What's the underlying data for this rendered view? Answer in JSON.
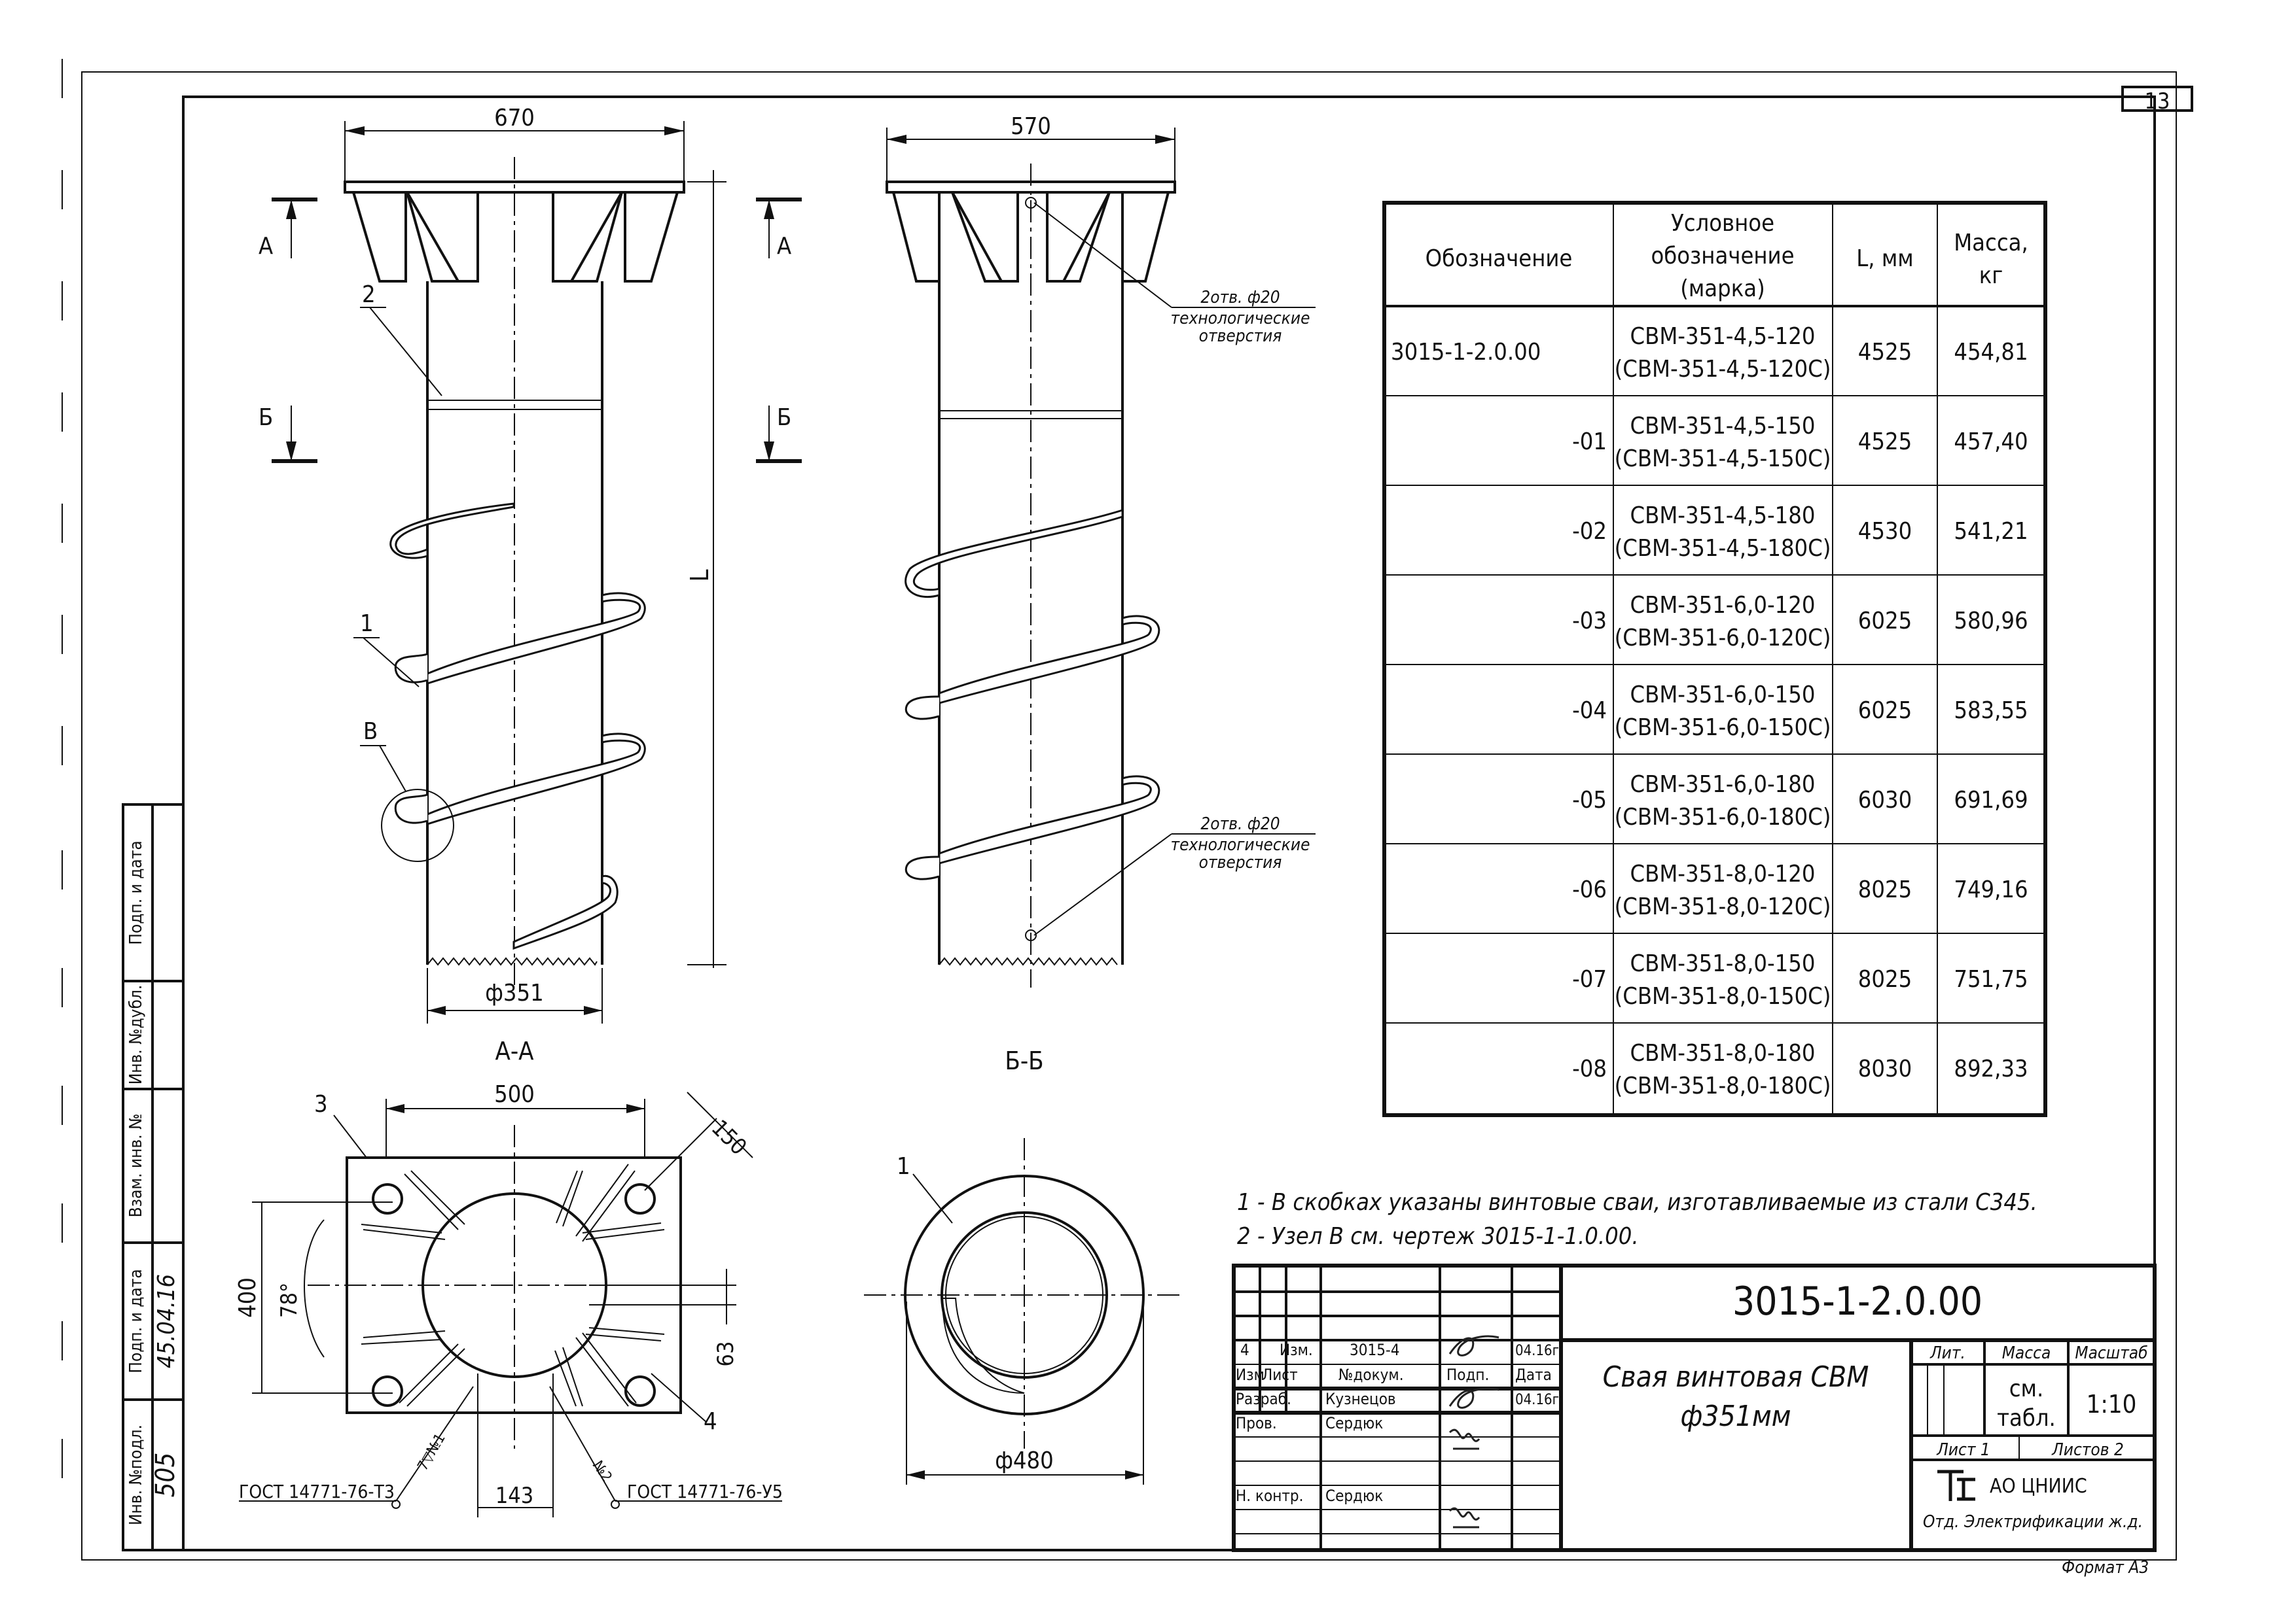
{
  "sheet_number": "13",
  "format": "Формат А3",
  "views": {
    "front_width": "670",
    "side_width": "570",
    "diameter_pipe": "ф351",
    "length_label": "L",
    "section_a": "А",
    "section_b": "Б",
    "section_aa": "А-А",
    "section_bb": "Б-Б",
    "pos1": "1",
    "pos2": "2",
    "pos3": "3",
    "pos4": "4",
    "node_v": "В",
    "holes_note_1": "2отв. ф20",
    "holes_note_2": "технологические",
    "holes_note_3": "отверстия",
    "plate_width": "500",
    "plate_height": "400",
    "dim_150": "150",
    "dim_63": "63",
    "dim_143": "143",
    "angle": "78°",
    "gost_left": "ГОСТ 14771-76-Т3",
    "gost_right": "ГОСТ 14771-76-У5",
    "weld_1": "7▽№1",
    "weld_2": "№2",
    "diameter_outer": "ф480"
  },
  "table": {
    "headers": [
      "Обозначение",
      "Условное обозначение (марка)",
      "L, мм",
      "Масса, кг"
    ],
    "header_mark": [
      "Условное",
      "обозначение",
      "(марка)"
    ],
    "header_mass": [
      "Масса,",
      "кг"
    ],
    "rows": [
      {
        "code": "3015-1-2.0.00",
        "mark": "СВМ-351-4,5-120",
        "mark_c": "(СВМ-351-4,5-120С)",
        "L": "4525",
        "mass": "454,81"
      },
      {
        "code": "-01",
        "mark": "СВМ-351-4,5-150",
        "mark_c": "(СВМ-351-4,5-150С)",
        "L": "4525",
        "mass": "457,40"
      },
      {
        "code": "-02",
        "mark": "СВМ-351-4,5-180",
        "mark_c": "(СВМ-351-4,5-180С)",
        "L": "4530",
        "mass": "541,21"
      },
      {
        "code": "-03",
        "mark": "СВМ-351-6,0-120",
        "mark_c": "(СВМ-351-6,0-120С)",
        "L": "6025",
        "mass": "580,96"
      },
      {
        "code": "-04",
        "mark": "СВМ-351-6,0-150",
        "mark_c": "(СВМ-351-6,0-150С)",
        "L": "6025",
        "mass": "583,55"
      },
      {
        "code": "-05",
        "mark": "СВМ-351-6,0-180",
        "mark_c": "(СВМ-351-6,0-180С)",
        "L": "6030",
        "mass": "691,69"
      },
      {
        "code": "-06",
        "mark": "СВМ-351-8,0-120",
        "mark_c": "(СВМ-351-8,0-120С)",
        "L": "8025",
        "mass": "749,16"
      },
      {
        "code": "-07",
        "mark": "СВМ-351-8,0-150",
        "mark_c": "(СВМ-351-8,0-150С)",
        "L": "8025",
        "mass": "751,75"
      },
      {
        "code": "-08",
        "mark": "СВМ-351-8,0-180",
        "mark_c": "(СВМ-351-8,0-180С)",
        "L": "8030",
        "mass": "892,33"
      }
    ]
  },
  "notes": [
    "1 - В скобках указаны винтовые сваи, изготавливаемые из стали С345.",
    "2 - Узел В см. чертеж 3015-1-1.0.00."
  ],
  "stamp": {
    "doc_code": "3015-1-2.0.00",
    "title_line1": "Свая винтовая СВМ",
    "title_line2": "ф351мм",
    "rev_num": "4",
    "rev_label": "Изм.",
    "rev_doc": "3015-4",
    "rev_date": "04.16г.",
    "col_izm": "Изм",
    "col_list": "Лист",
    "col_doc": "№докум.",
    "col_sign": "Подп.",
    "col_date": "Дата",
    "razrab_label": "Разраб.",
    "razrab_name": "Кузнецов",
    "razrab_date": "04.16г.",
    "prov_label": "Пров.",
    "prov_name": "Сердюк",
    "nkontr_label": "Н. контр.",
    "nkontr_name": "Сердюк",
    "lit_label": "Лит.",
    "mass_label": "Масса",
    "scale_label": "Масштаб",
    "mass_value_1": "см.",
    "mass_value_2": "табл.",
    "scale_value": "1:10",
    "sheet_label": "Лист 1",
    "sheets_label": "Листов 2",
    "org_line1": "АО ЦНИИС",
    "org_line2": "Отд. Электрификации ж.д."
  },
  "side_strip": {
    "labels": [
      "Инв. №подл.",
      "Подп. и дата",
      "Взам. инв. №",
      "Инв. №дубл.",
      "Подп. и дата"
    ],
    "inv_value": "505",
    "date_value": "45.04.16"
  }
}
